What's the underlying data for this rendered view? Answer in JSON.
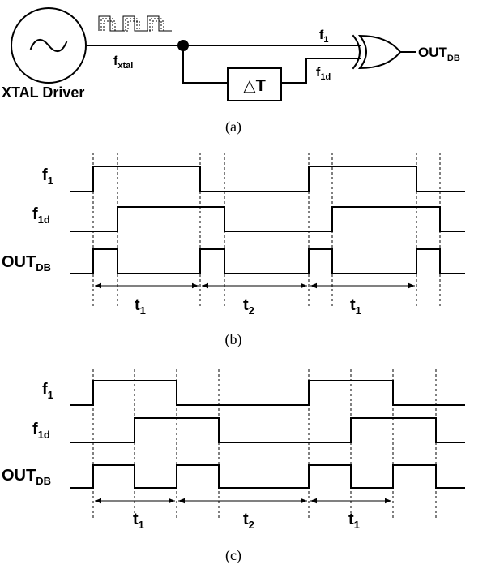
{
  "circuit": {
    "driver_label": "XTAL Driver",
    "fxtal": {
      "main": "f",
      "sub": "xtal"
    },
    "f1": {
      "main": "f",
      "sub": "1"
    },
    "f1d": {
      "main": "f",
      "sub": "1d"
    },
    "delay_label": "△T",
    "out": {
      "main": "OUT",
      "sub": "DB"
    },
    "caption": "(a)"
  },
  "labels": {
    "f1": {
      "main": "f",
      "sub": "1"
    },
    "f1d": {
      "main": "f",
      "sub": "1d"
    },
    "out": {
      "main": "OUT",
      "sub": "DB"
    },
    "t1": {
      "main": "t",
      "sub": "1"
    },
    "t2": {
      "main": "t",
      "sub": "2"
    }
  },
  "panel_b": {
    "caption": "(b)"
  },
  "panel_c": {
    "caption": "(c)"
  }
}
